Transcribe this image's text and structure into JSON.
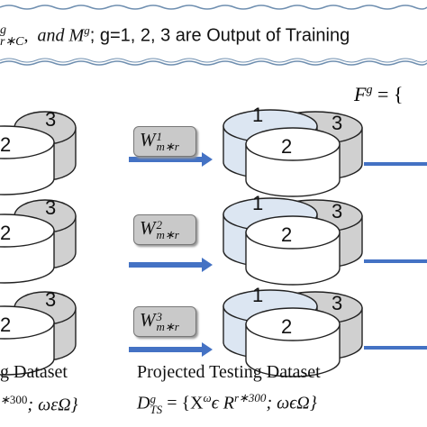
{
  "header": {
    "lead_super": "g",
    "lead_sub": "r∗C",
    "and_m": "and M",
    "m_sup": "g",
    "rest": "; g=1, 2, 3 are Output of Training"
  },
  "projection_labels": [
    {
      "base": "W",
      "sup": "1",
      "sub": "m∗r"
    },
    {
      "base": "W",
      "sup": "2",
      "sub": "m∗r"
    },
    {
      "base": "W",
      "sup": "3",
      "sub": "m∗r"
    }
  ],
  "cylinder_numbers": [
    "1",
    "2",
    "3"
  ],
  "output_formula": {
    "base": "F",
    "sup": "g",
    "rest": " = {"
  },
  "left_caption": "g Dataset",
  "right_caption": "Projected Testing Dataset",
  "left_formula": {
    "sup": "300",
    "rest": "; ωεΩ}"
  },
  "right_formula": {
    "D": "D",
    "sup": "g",
    "sub": "TS",
    "rest": " = {X",
    "x_sup": "ω",
    "mid": "ϵ R",
    "r_sup": "r∗300",
    "tail": "; ωϵΩ}"
  },
  "colors": {
    "arrow": "#4472c4",
    "box": "#c9c9c9",
    "cyl_light": "#dce6f2",
    "cyl_gray": "#d0d0d0"
  }
}
